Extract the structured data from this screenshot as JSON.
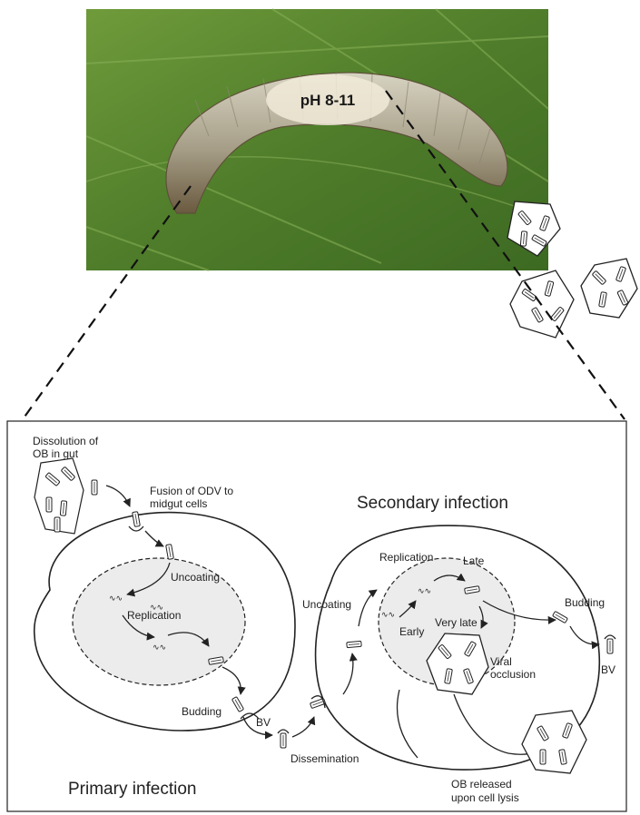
{
  "photo": {
    "ph_label": "pH 8-11"
  },
  "diagram": {
    "labels": {
      "dissolution": [
        "Dissolution of",
        "OB in gut"
      ],
      "fusion": [
        "Fusion of ODV to",
        "midgut cells"
      ],
      "uncoating_primary": "Uncoating",
      "replication_primary": "Replication",
      "budding_primary": "Budding",
      "bv_primary": "BV",
      "dissemination": "Dissemination",
      "primary_infection": "Primary infection",
      "secondary_infection": "Secondary infection",
      "uncoating_secondary": "Uncoating",
      "replication_secondary": "Replication",
      "late": "Late",
      "early": "Early",
      "very_late": "Very late",
      "viral_occlusion": [
        "Viral",
        "occlusion"
      ],
      "budding_secondary": "Budding",
      "bv_secondary": "BV",
      "ob_released": [
        "OB released",
        "upon cell lysis"
      ]
    }
  }
}
